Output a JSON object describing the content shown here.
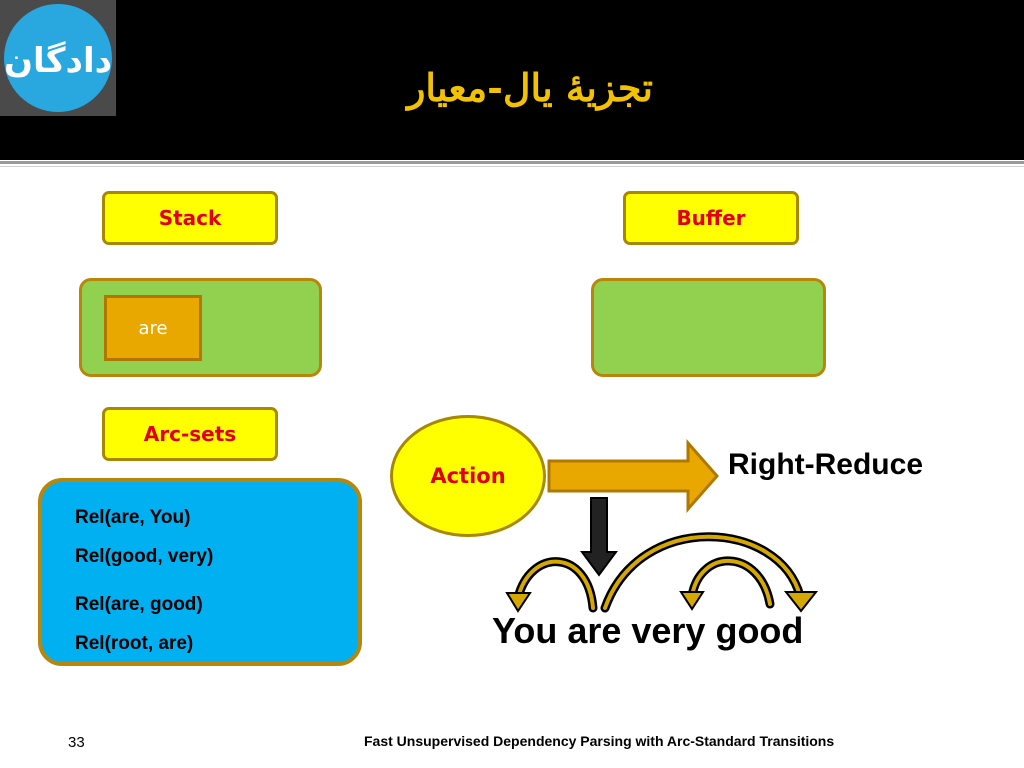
{
  "slide": {
    "title": "تجزیهٔ یال-معیار",
    "logo_text": "دادگان",
    "slide_number": "33",
    "footer": "Fast Unsupervised Dependency Parsing with Arc-Standard Transitions"
  },
  "stack": {
    "label": "Stack",
    "items": [
      "are"
    ]
  },
  "buffer": {
    "label": "Buffer",
    "items": []
  },
  "arc_sets": {
    "label": "Arc-sets",
    "items": [
      "Rel(are, You)",
      "Rel(good, very)",
      "Rel(are, good)",
      "Rel(root, are)"
    ]
  },
  "action": {
    "label": "Action",
    "result": "Right-Reduce"
  },
  "sentence": "You are very good",
  "colors": {
    "header_bg": "#000000",
    "title": "#f2c200",
    "label_fill": "#ffff00",
    "label_text": "#e0001a",
    "green_fill": "#92d050",
    "arc_panel": "#00b0f0",
    "chip": "#e8a800",
    "arrow": "#e8a800"
  }
}
